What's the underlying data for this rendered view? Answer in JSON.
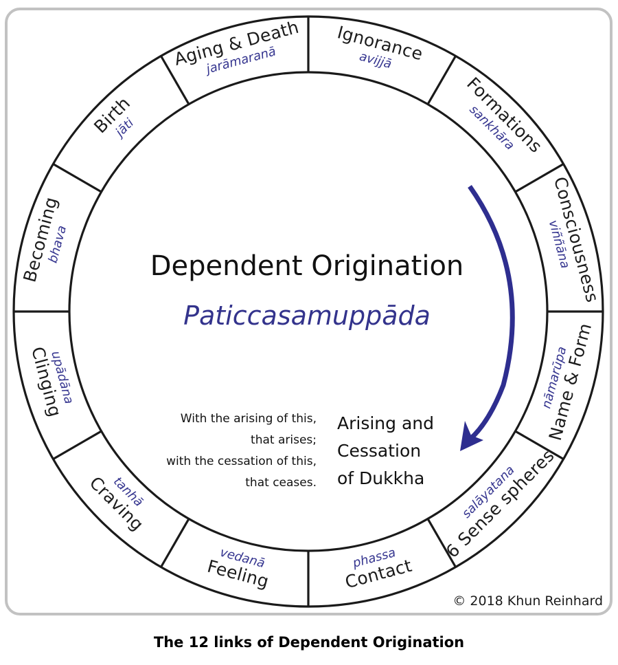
{
  "diagram": {
    "title": "Dependent Origination",
    "subtitle": "Paticcasamuppāda",
    "maxim_lines": [
      "With the arising of this,",
      "that arises;",
      "with the cessation of this,",
      "that ceases."
    ],
    "cycle_label_lines": [
      "Arising and",
      "Cessation",
      "of Dukkha"
    ],
    "copyright": "© 2018 Khun Reinhard",
    "links": [
      {
        "english": "Ignorance",
        "pali": "avijjā"
      },
      {
        "english": "Formations",
        "pali": "sankhāra"
      },
      {
        "english": "Consciousness",
        "pali": "viññāna"
      },
      {
        "english": "Name & Form",
        "pali": "nāmarūpa"
      },
      {
        "english": "6 Sense spheres",
        "pali": "salāyatana"
      },
      {
        "english": "Contact",
        "pali": "phassa"
      },
      {
        "english": "Feeling",
        "pali": "vedanā"
      },
      {
        "english": "Craving",
        "pali": "tanhā"
      },
      {
        "english": "Clinging",
        "pali": "upādāna"
      },
      {
        "english": "Becoming",
        "pali": "bhava"
      },
      {
        "english": "Birth",
        "pali": "jāti"
      },
      {
        "english": "Aging & Death",
        "pali": "jarāmaranā"
      }
    ],
    "colors": {
      "frame": "#c2c2c2",
      "ring": "#1a1a1a",
      "pali_text": "#35358f",
      "arrow": "#2e2e8f",
      "title_text": "#111111"
    },
    "arrow_icon": "clockwise-curved-arrow"
  },
  "caption": "The 12 links of Dependent Origination"
}
